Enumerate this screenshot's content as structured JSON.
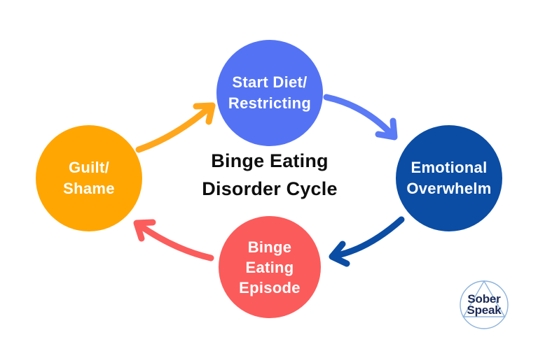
{
  "title": {
    "lines": [
      "Binge Eating",
      "Disorder Cycle"
    ],
    "color": "#0e0e0e"
  },
  "nodes": [
    {
      "id": "start-diet",
      "lines": [
        "Start Diet/",
        "Restricting"
      ],
      "color": "#5473F4",
      "text_color": "#FFFFFF"
    },
    {
      "id": "emotional-overwhelm",
      "lines": [
        "Emotional",
        "Overwhelm"
      ],
      "color": "#0B4DA4",
      "text_color": "#FFFFFF"
    },
    {
      "id": "binge-eating-episode",
      "lines": [
        "Binge",
        "Eating",
        "Episode"
      ],
      "color": "#FC5B5B",
      "text_color": "#FFFFFF"
    },
    {
      "id": "guilt-shame",
      "lines": [
        "Guilt/",
        "Shame"
      ],
      "color": "#FFA602",
      "text_color": "#FFFFFF"
    }
  ],
  "arrows": [
    {
      "from": "guilt-shame",
      "to": "start-diet",
      "color": "#FFA71C"
    },
    {
      "from": "start-diet",
      "to": "emotional-overwhelm",
      "color": "#5B7AF5"
    },
    {
      "from": "emotional-overwhelm",
      "to": "binge-eating-episode",
      "color": "#0B4DA4"
    },
    {
      "from": "binge-eating-episode",
      "to": "guilt-shame",
      "color": "#FB5D5D"
    }
  ],
  "logo": {
    "lines": [
      "Sober",
      "Speak"
    ],
    "text_color": "#1B2A56",
    "outline_color": "#8FB4DC"
  }
}
